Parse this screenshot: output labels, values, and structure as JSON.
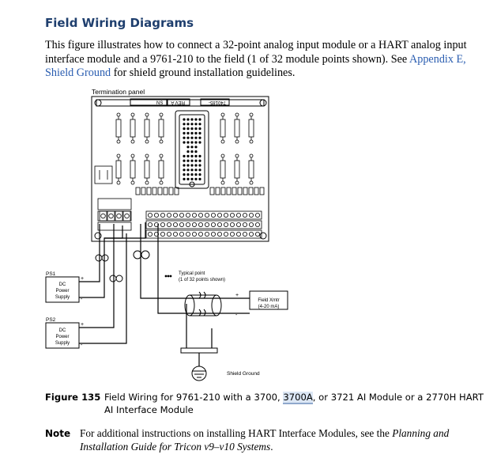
{
  "heading": "Field Wiring Diagrams",
  "intro": {
    "text1": "This figure illustrates how to connect a 32-point analog input module or a HART analog input interface module and a 9761-210 to the field (1 of 32 module points shown). See ",
    "link1": "Appendix E,",
    "link2": "Shield Ground",
    "text2": " for shield ground installation guidelines."
  },
  "diagram": {
    "panel_label": "Termination panel",
    "part_number": "740185-",
    "ns_label": "NS",
    "rev_label": "REV A",
    "ps1_label": "PS1",
    "ps2_label": "PS2",
    "ps_box_line1": "DC",
    "ps_box_line2": "Power",
    "ps_box_line3": "Supply",
    "plus": "+",
    "minus": "-",
    "typical_line1": "Typical point",
    "typical_line2": "(1 of 32 points shown)",
    "xmtr_line1": "Field Xmtr",
    "xmtr_line2": "(4-20 mA)",
    "shield_ground": "Shield Ground"
  },
  "caption": {
    "figure_label": "Figure 135",
    "text_before": "Field Wiring for 9761-210 with a 3700, ",
    "highlight": "3700A",
    "text_after": ", or 3721 AI Module or a 2770H HART AI Interface Module"
  },
  "note": {
    "label": "Note",
    "text_before": "For additional instructions on installing HART Interface Modules, see the ",
    "italic": "Planning and Installation Guide for Tricon v9–v10 Systems",
    "text_after": "."
  }
}
